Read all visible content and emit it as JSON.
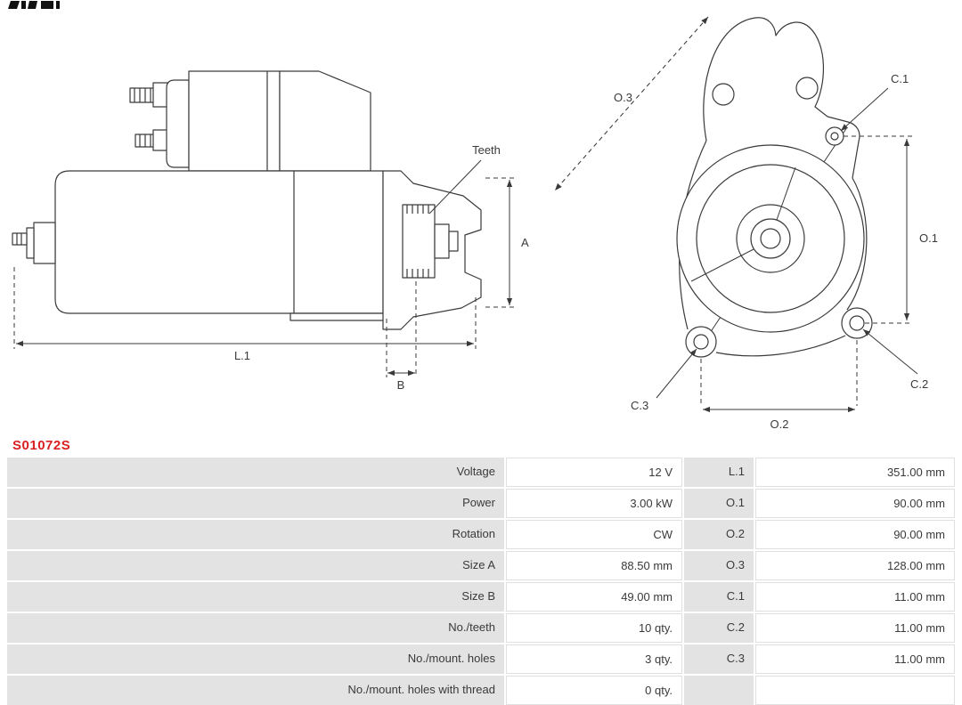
{
  "part_number": "S01072S",
  "colors": {
    "part_number_red": "#d92121",
    "line_color": "#3a3a3a",
    "table_gray": "#e3e3e3"
  },
  "diagram": {
    "labels": {
      "teeth": "Teeth",
      "a": "A",
      "l1": "L.1",
      "b": "B",
      "o3": "O.3",
      "c1": "C.1",
      "o1": "O.1",
      "c2": "C.2",
      "c3": "C.3",
      "o2": "O.2"
    }
  },
  "table": {
    "rows": [
      {
        "label": "Voltage",
        "value": "12 V",
        "dim": "L.1",
        "dim_value": "351.00 mm"
      },
      {
        "label": "Power",
        "value": "3.00 kW",
        "dim": "O.1",
        "dim_value": "90.00 mm"
      },
      {
        "label": "Rotation",
        "value": "CW",
        "dim": "O.2",
        "dim_value": "90.00 mm"
      },
      {
        "label": "Size A",
        "value": "88.50 mm",
        "dim": "O.3",
        "dim_value": "128.00 mm"
      },
      {
        "label": "Size B",
        "value": "49.00 mm",
        "dim": "C.1",
        "dim_value": "11.00 mm"
      },
      {
        "label": "No./teeth",
        "value": "10 qty.",
        "dim": "C.2",
        "dim_value": "11.00 mm"
      },
      {
        "label": "No./mount. holes",
        "value": "3 qty.",
        "dim": "C.3",
        "dim_value": "11.00 mm"
      },
      {
        "label": "No./mount. holes with thread",
        "value": "0 qty.",
        "dim": "",
        "dim_value": ""
      }
    ]
  }
}
